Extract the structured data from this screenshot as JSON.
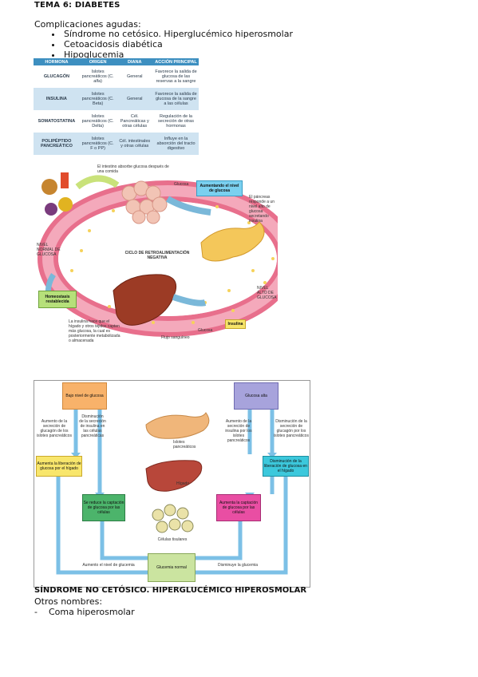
{
  "header": {
    "title": "TEMA 6: DIABETES"
  },
  "section1": {
    "subtitle": "Complicaciones agudas:",
    "items": [
      "Síndrome no cetósico. Hiperglucémico hiperosmolar",
      "Cetoacidosis diabética",
      "Hipoglucemia"
    ]
  },
  "hormone_table": {
    "headers": [
      "HORMONA",
      "ORIGEN",
      "DIANA",
      "ACCIÓN PRINCIPAL"
    ],
    "rows": [
      [
        "GLUCAGÓN",
        "Islotes pancreáticos (C. alfa)",
        "General",
        "Favorece la salida de glucosa de las reservas a la sangre"
      ],
      [
        "INSULINA",
        "Islotes pancreáticos (C. Beta)",
        "General",
        "Favorece la salida de glucosa de la sangre a las células"
      ],
      [
        "SOMATOSTATINA",
        "Islotes pancreáticos (C. Delta)",
        "Cél. Pancreáticas y otras células",
        "Regulación de la secreción de otras hormonas"
      ],
      [
        "POLIPÉPTIDO PANCREÁTICO",
        "Islotes pancreáticos (C. F o PP)",
        "Cél. intestinales y otras células",
        "Influye en la absorción del tracto digestivo"
      ]
    ]
  },
  "cycle_figure": {
    "intestine_label": "El intestino absorbe glucosa después de una comida",
    "glucose_top": "Glucosa",
    "rising_box": "Aumentando el nivel de glucosa",
    "pancreas_label": "El páncreas responde a un nivel alto de glucosa secretando insulina",
    "normal_label": "NIVEL NORMAL DE GLUCOSA",
    "center_label": "CICLO DE RETROALIMENTACIÓN NEGATIVA",
    "high_label": "NIVEL ALTO DE GLUCOSA",
    "homeostasis_box": "Homeostasis restablecida",
    "liver_label": "La insulina hace que el hígado y otros tejidos capten más glucosa, la cual es posteriormente metabolizada o almacenada",
    "glucose_bottom": "Glucosa",
    "blood_label": "Flujo sanguíneo",
    "insulin_box": "Insulina"
  },
  "regulation_figure": {
    "low_glucose": "Bajo nivel de glucosa",
    "high_glucose": "Glucosa alta",
    "left_increase": "Aumento de la secreción de glucagón de los islotes pancreáticos",
    "left_decrease": "Disminución de la secreción de insulina en las células pancreáticas",
    "right_increase": "Aumento de la secreción de insulina por los islotes pancreáticos",
    "right_decrease": "Disminución de la secreción de glucagón por los islotes pancreáticos",
    "yellow_box": "Aumenta la liberación de glucosa por el hígado",
    "green_box": "Se reduce la captación de glucosa por las células",
    "pink_box": "Aumenta la captación de glucosa por las células",
    "cyan_box": "Disminución de la liberación de glucosa en el hígado",
    "islets": "Islotes pancreáticos",
    "liver": "Hígado",
    "cells": "Células tisulares",
    "normal_glucose": "Glucemia normal",
    "raise_label": "Aumento el nivel de glucemia",
    "lower_label": "Disminuye la glucemia"
  },
  "section2": {
    "heading": "SÍNDROME NO CETÓSICO. HIPERGLUCÉMICO HIPEROSMOLAR",
    "other_names": "Otros nombres:",
    "dash": "-",
    "item": "Coma hiperosmolar"
  }
}
